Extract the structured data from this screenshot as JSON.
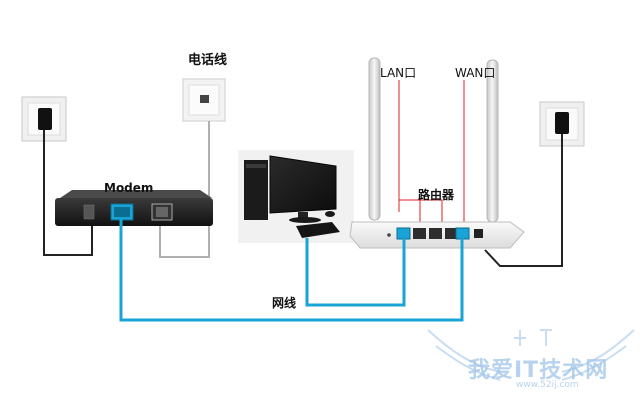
{
  "labels": {
    "phone_line": "电话线",
    "lan_port": "LAN口",
    "wan_port": "WAN口",
    "modem": "Modem",
    "router": "路由器",
    "network_cable": "网线"
  },
  "watermark": {
    "text": "我爱IT技术网",
    "url": "www.52ij.com"
  },
  "colors": {
    "ethernet_cable": "#1aa3d6",
    "power_cable": "#222222",
    "phone_cable": "#b0b0b0",
    "device_body": "#1c1c1c",
    "router_body": "#f2f2f2"
  }
}
